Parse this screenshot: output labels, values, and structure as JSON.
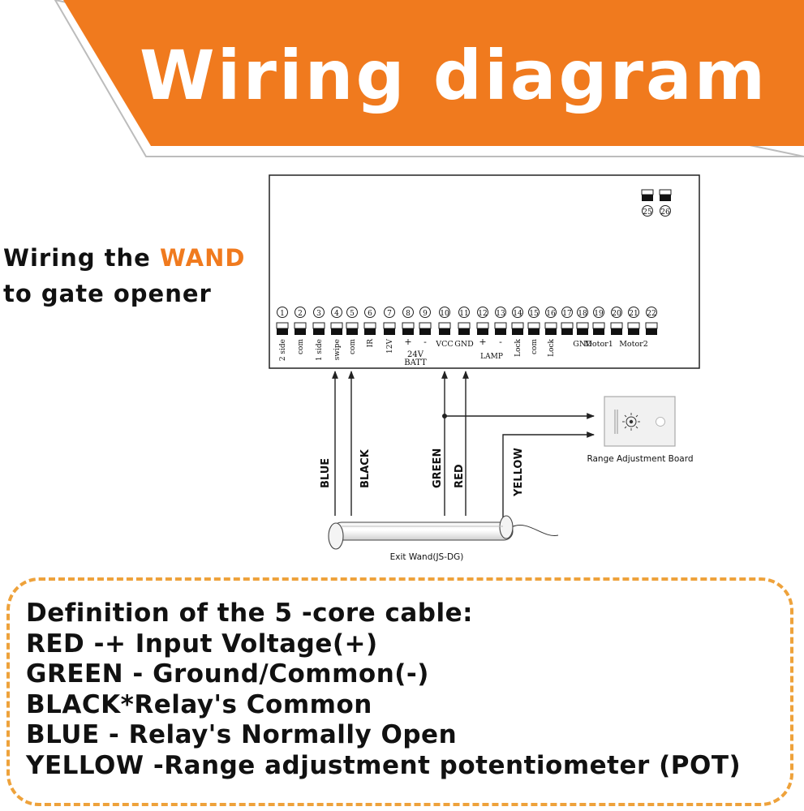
{
  "header": {
    "title": "Wiring diagram"
  },
  "intro": {
    "line1_prefix": "Wiring the ",
    "line1_highlight": "WAND",
    "line2": "to gate opener"
  },
  "board": {
    "top_terminals": [
      25,
      26
    ],
    "terminals": [
      {
        "num": 1,
        "label": "2 side"
      },
      {
        "num": 2,
        "label": "com"
      },
      {
        "num": 3,
        "label": "1 side"
      },
      {
        "num": 4,
        "label": "swipe"
      },
      {
        "num": 5,
        "label": "com"
      },
      {
        "num": 6,
        "label": "IR"
      },
      {
        "num": 7,
        "label": "12V"
      },
      {
        "num": 8,
        "label": "+"
      },
      {
        "num": 9,
        "label": "-"
      },
      {
        "num": 10,
        "label": "VCC"
      },
      {
        "num": 11,
        "label": "GND"
      },
      {
        "num": 12,
        "label": "+"
      },
      {
        "num": 13,
        "label": "-"
      },
      {
        "num": 14,
        "label": "Lock"
      },
      {
        "num": 15,
        "label": "com"
      },
      {
        "num": 16,
        "label": "Lock"
      },
      {
        "num": 17,
        "label": ""
      },
      {
        "num": 18,
        "label": "GND"
      },
      {
        "num": 19,
        "label": "Motor1"
      },
      {
        "num": 20,
        "label": ""
      },
      {
        "num": 21,
        "label": "Motor2"
      },
      {
        "num": 22,
        "label": ""
      }
    ],
    "group_labels": {
      "batt_volt": "24V",
      "batt": "BATT",
      "lamp": "LAMP"
    }
  },
  "wires": [
    "BLUE",
    "BLACK",
    "GREEN",
    "RED",
    "YELLOW"
  ],
  "devices": {
    "range_board": "Range Adjustment Board",
    "wand": "Exit Wand(JS-DG)"
  },
  "colors": {
    "orange": "#f07a1e",
    "dash": "#eea23b"
  },
  "definition": {
    "lines": [
      "Definition of the 5 -core cable:",
      "RED -+ Input Voltage(+)",
      "GREEN - Ground/Common(-)",
      "BLACK*Relay's Common",
      "BLUE - Relay's Normally Open",
      "YELLOW -Range adjustment potentiometer (POT)"
    ]
  }
}
